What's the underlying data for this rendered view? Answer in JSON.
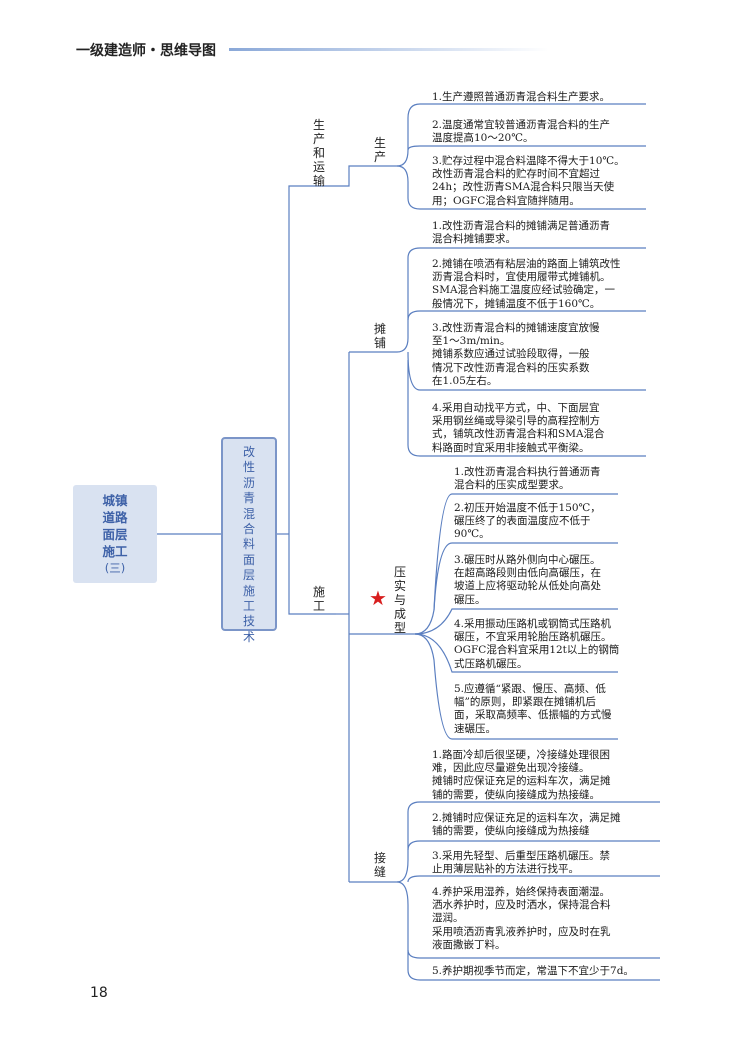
{
  "header": {
    "title": "一级建造师・思维导图"
  },
  "page_number": "18",
  "root": {
    "title_lines": [
      "城镇",
      "道路",
      "面层",
      "施工"
    ],
    "subtitle": "(三)"
  },
  "main_topic": {
    "label": "改性沥青混合料面层施工技术"
  },
  "branches": {
    "production_transport": {
      "label": "生产和运输",
      "sub_label": "生产"
    },
    "construction": {
      "label": "施工"
    },
    "paving": {
      "label": "摊铺"
    },
    "compaction": {
      "label": "压实与成型",
      "key_point": "★"
    },
    "joint": {
      "label": "接缝"
    }
  },
  "leaves": {
    "production": [
      "1.生产遵照普通沥青混合料生产要求。",
      "2.温度通常宜较普通沥青混合料的生产\n温度提高10～20℃。",
      "3.贮存过程中混合料温降不得大于10℃。\n改性沥青混合料的贮存时间不宜超过\n24h；改性沥青SMA混合料只限当天使\n用；OGFC混合料宜随拌随用。"
    ],
    "paving": [
      "1.改性沥青混合料的摊铺满足普通沥青\n混合料摊铺要求。",
      "2.摊铺在喷洒有粘层油的路面上铺筑改性\n沥青混合料时，宜使用履带式摊铺机。\nSMA混合料施工温度应经试验确定，一\n般情况下，摊铺温度不低于160℃。",
      "3.改性沥青混合料的摊铺速度宜放慢\n至1～3m/min。\n摊铺系数应通过试验段取得，一般\n情况下改性沥青混合料的压实系数\n在1.05左右。",
      "4.采用自动找平方式，中、下面层宜\n采用钢丝绳或导梁引导的高程控制方\n式，铺筑改性沥青混合料和SMA混合\n料路面时宜采用非接触式平衡梁。"
    ],
    "compaction": [
      "1.改性沥青混合料执行普通沥青\n混合料的压实成型要求。",
      "2.初压开始温度不低于150℃，\n碾压终了的表面温度应不低于\n90℃。",
      "3.碾压时从路外侧向中心碾压。\n在超高路段则由低向高碾压，在\n坡道上应将驱动轮从低处向高处\n碾压。",
      "4.采用振动压路机或钢筒式压路机\n碾压，不宜采用轮胎压路机碾压。\nOGFC混合料宜采用12t以上的钢筒\n式压路机碾压。",
      "5.应遵循“紧跟、慢压、高频、低\n幅”的原则，即紧跟在摊铺机后\n面，采取高频率、低振幅的方式慢\n速碾压。"
    ],
    "joint": [
      "1.路面冷却后很坚硬，冷接缝处理很困\n难，因此应尽量避免出现冷接缝。\n摊铺时应保证充足的运料车次，满足摊\n铺的需要，使纵向接缝成为热接缝。",
      "2.摊铺时应保证充足的运料车次，满足摊\n铺的需要，使纵向接缝成为热接缝",
      "3.采用先轻型、后重型压路机碾压。禁\n止用薄层贴补的方法进行找平。",
      "4.养护采用湿养，始终保持表面潮湿。\n洒水养护时，应及时洒水，保持混合料\n湿润。\n采用喷洒沥青乳液养护时，应及时在乳\n液面撒嵌丁料。",
      "5.养护期视季节而定，常温下不宜少于7d。"
    ]
  },
  "colors": {
    "line": "#5b7fc0",
    "box_fill": "#d9e2f1",
    "box_text": "#3f62a8",
    "star": "#d81e1e"
  }
}
